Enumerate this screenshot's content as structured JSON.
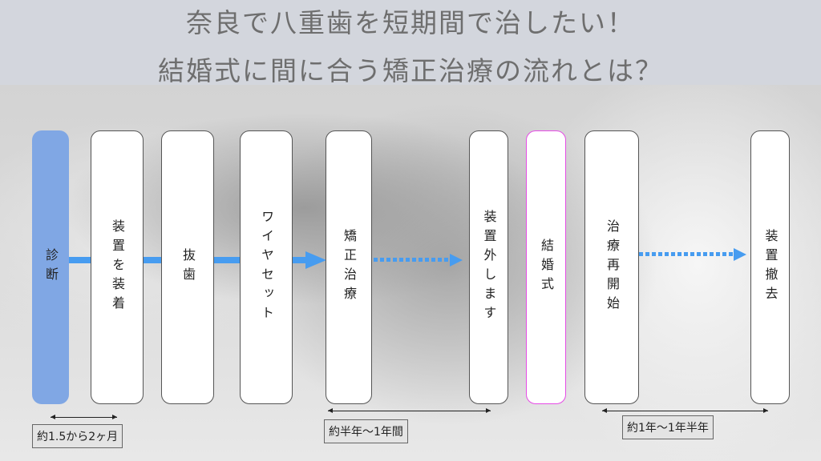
{
  "title": {
    "line1": "奈良で八重歯を短期間で治したい！",
    "line2": "結婚式に間に合う矯正治療の流れとは？"
  },
  "steps": [
    "診断",
    "装置を装着",
    "抜歯",
    "ワイヤセット",
    "矯正治療",
    "装置外します",
    "結婚式",
    "治療再開始",
    "装置撤去"
  ],
  "durations": [
    "約1.5から2ヶ月",
    "約半年〜1年間",
    "約1年〜1年半年"
  ],
  "colors": {
    "accent": "#479cf0",
    "diagnosis": "#80a7e4",
    "wedding_border": "#e64be6"
  }
}
